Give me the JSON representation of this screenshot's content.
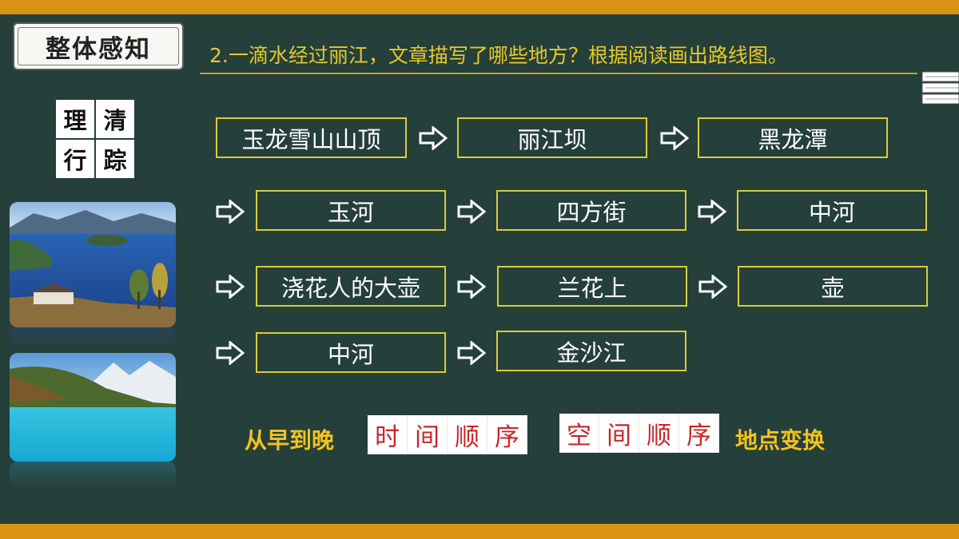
{
  "header": {
    "badge_label": "整体感知",
    "question": "2.一滴水经过丽江，文章描写了哪些地方？根据阅读画出路线图。"
  },
  "side_grid": [
    "理",
    "清",
    "行",
    "踪"
  ],
  "route": {
    "row1": [
      "玉龙雪山山顶",
      "丽江坝",
      "黑龙潭"
    ],
    "row2": [
      "玉河",
      "四方街",
      "中河"
    ],
    "row3": [
      "浇花人的大壶",
      "兰花上",
      "壶"
    ],
    "row4": [
      "中河",
      "金沙江"
    ]
  },
  "bottom": {
    "left_label": "从早到晚",
    "time_order": [
      "时",
      "间",
      "顺",
      "序"
    ],
    "space_order": [
      "空",
      "间",
      "顺",
      "序"
    ],
    "right_label": "地点变换"
  },
  "colors": {
    "board": "#253f3a",
    "bar": "#d99212",
    "question_text": "#e5c92a",
    "box_border": "#d9cc3a",
    "highlight_text": "#f2c21d",
    "tile_text": "#c8262a"
  },
  "icons": [
    "right-arrow-icon",
    "eraser-icon"
  ]
}
